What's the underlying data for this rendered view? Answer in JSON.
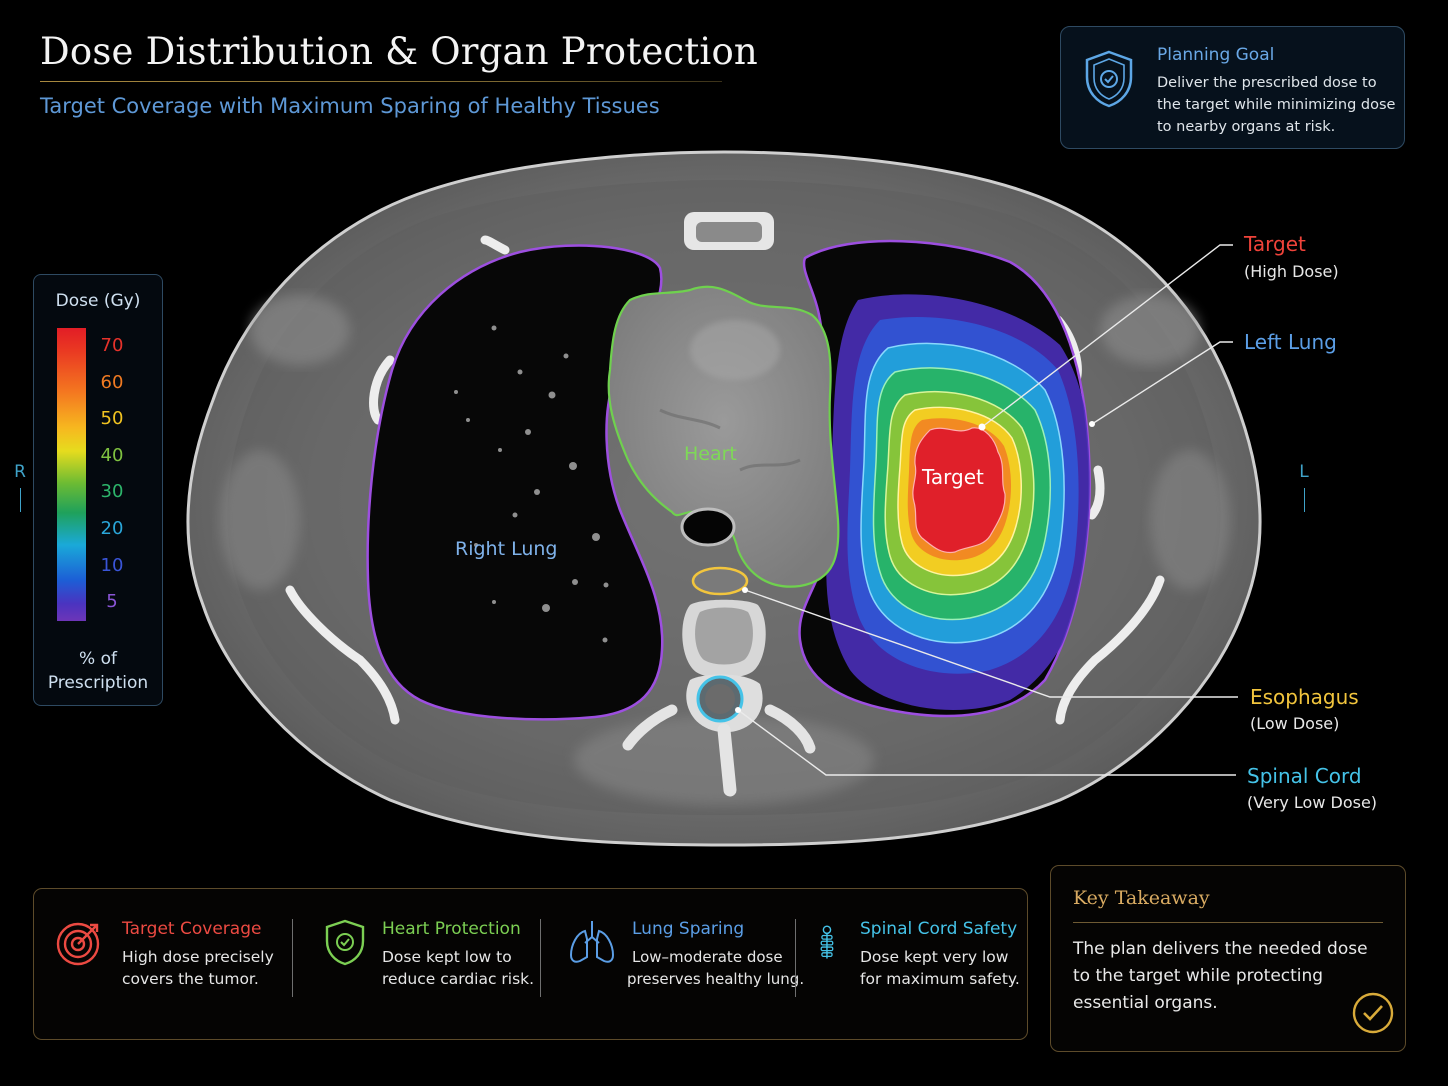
{
  "header": {
    "title": "Dose Distribution & Organ Protection",
    "subtitle": "Target Coverage with Maximum Sparing of Healthy Tissues"
  },
  "planning_goal": {
    "icon": "shield-check-icon",
    "title": "Planning Goal",
    "text": "Deliver the prescribed dose to the target while minimizing dose to nearby organs at risk."
  },
  "legend": {
    "title": "Dose (Gy)",
    "levels": [
      {
        "value": "70",
        "color": "#e6322b"
      },
      {
        "value": "60",
        "color": "#f07a22"
      },
      {
        "value": "50",
        "color": "#f1c321"
      },
      {
        "value": "40",
        "color": "#7fc241"
      },
      {
        "value": "30",
        "color": "#2db56b"
      },
      {
        "value": "20",
        "color": "#2aa6d9"
      },
      {
        "value": "10",
        "color": "#3a55d8"
      },
      {
        "value": "5",
        "color": "#8a55d6"
      }
    ],
    "footer": "% of Prescription"
  },
  "orientation": {
    "right": "R",
    "left": "L"
  },
  "regions": {
    "heart": "Heart",
    "right_lung": "Right Lung",
    "target": "Target"
  },
  "callouts": {
    "target": {
      "title": "Target",
      "sub": "(High Dose)",
      "color": "#f0433a"
    },
    "left_lung": {
      "title": "Left Lung",
      "color": "#5b9ee6"
    },
    "esophagus": {
      "title": "Esophagus",
      "sub": "(Low Dose)",
      "color": "#f2c53d"
    },
    "spinal_cord": {
      "title": "Spinal Cord",
      "sub": "(Very Low Dose)",
      "color": "#45c3e8"
    }
  },
  "features": [
    {
      "icon": "target-icon",
      "title": "Target Coverage",
      "text_1": "High dose precisely",
      "text_2": "covers the tumor.",
      "color": "#ec4a42"
    },
    {
      "icon": "shield-check-icon",
      "title": "Heart Protection",
      "text_1": "Dose kept low to",
      "text_2": "reduce cardiac risk.",
      "color": "#7ccf53"
    },
    {
      "icon": "lungs-icon",
      "title": "Lung Sparing",
      "text_1": "Low–moderate dose",
      "text_2": "preserves healthy lung.",
      "color": "#5b9ee6"
    },
    {
      "icon": "spine-icon",
      "title": "Spinal Cord Safety",
      "text_1": "Dose kept very low",
      "text_2": "for maximum safety.",
      "color": "#45c3e8"
    }
  ],
  "takeaway": {
    "title": "Key Takeaway",
    "text": "The plan delivers the needed dose to the target while protecting essential organs.",
    "icon": "check-circle-icon"
  }
}
